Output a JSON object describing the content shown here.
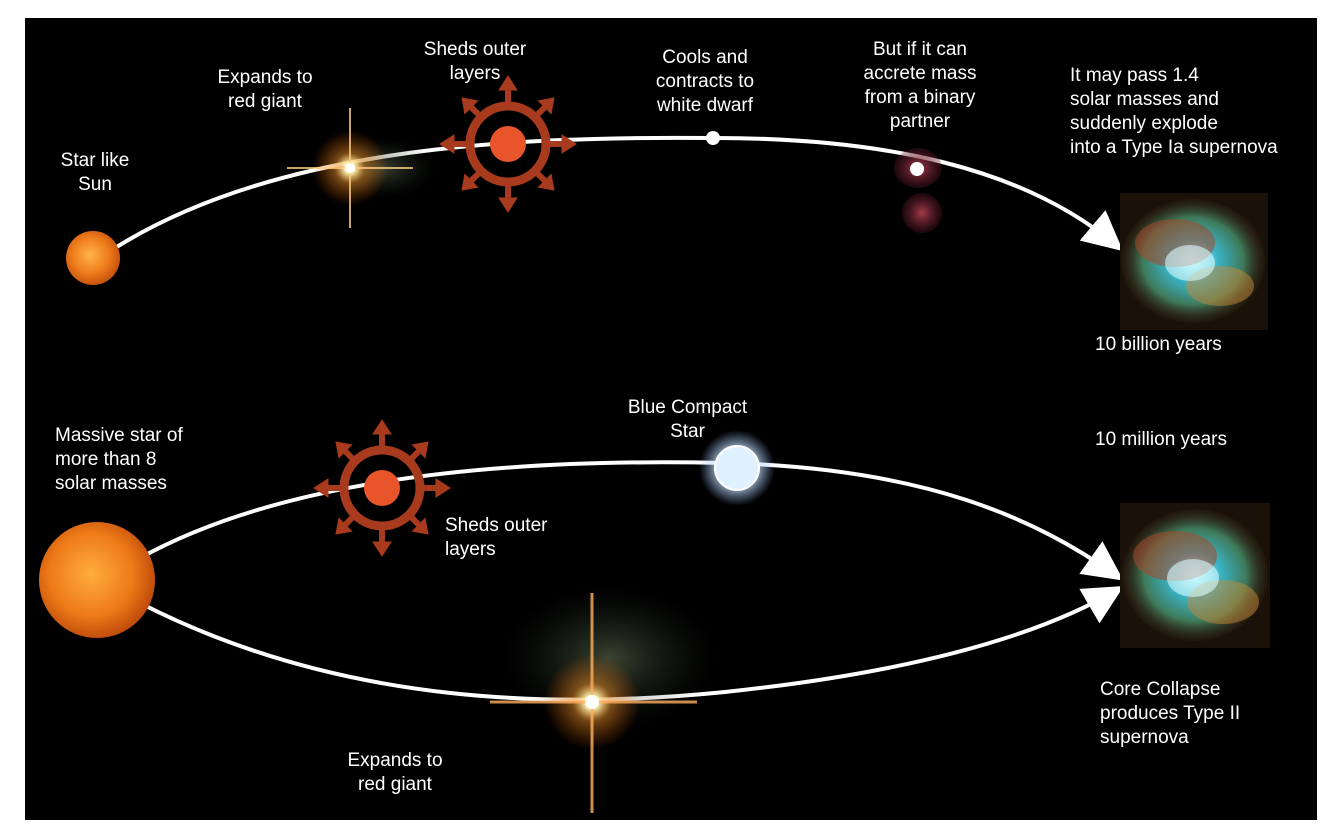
{
  "colors": {
    "background": "#000000",
    "path": "#ffffff",
    "text": "#ffffff",
    "sun": "#e87a1a",
    "shell": "#a83a1e",
    "shell_core": "#e8552a",
    "white_dwarf": "#ffffff",
    "blue_star": "#dff0ff",
    "binary_partner": "#8a2a3a",
    "nebula": "#2fa8b8"
  },
  "icons": {
    "sun_like_star": "sun-like-star-icon",
    "massive_star": "massive-star-icon",
    "red_giant": "red-giant-icon",
    "shedding_shell": "expanding-shell-icon",
    "white_dwarf": "white-dwarf-icon",
    "binary_partner": "binary-partner-icon",
    "blue_compact_star": "blue-compact-star-icon",
    "supernova": "supernova-remnant-icon"
  },
  "top_track": {
    "star_like_sun": "Star like\nSun",
    "expands_red_giant": "Expands to\nred giant",
    "sheds_outer_layers": "Sheds outer\nlayers",
    "white_dwarf": "Cools and\ncontracts to\nwhite dwarf",
    "accrete": "But if it can\naccrete  mass\nfrom a binary\npartner",
    "type_ia": "It may pass 1.4\nsolar masses and\nsuddenly explode\ninto a Type Ia supernova",
    "timescale": "10 billion years"
  },
  "bottom_track": {
    "massive_star": "Massive star of\nmore than 8\nsolar masses",
    "sheds_outer_layers": "Sheds outer\nlayers",
    "blue_compact": "Blue  Compact\nStar",
    "timescale": "10 million years",
    "expands_red_giant": "Expands to\nred giant",
    "core_collapse": "Core Collapse\nproduces Type II\nsupernova"
  }
}
